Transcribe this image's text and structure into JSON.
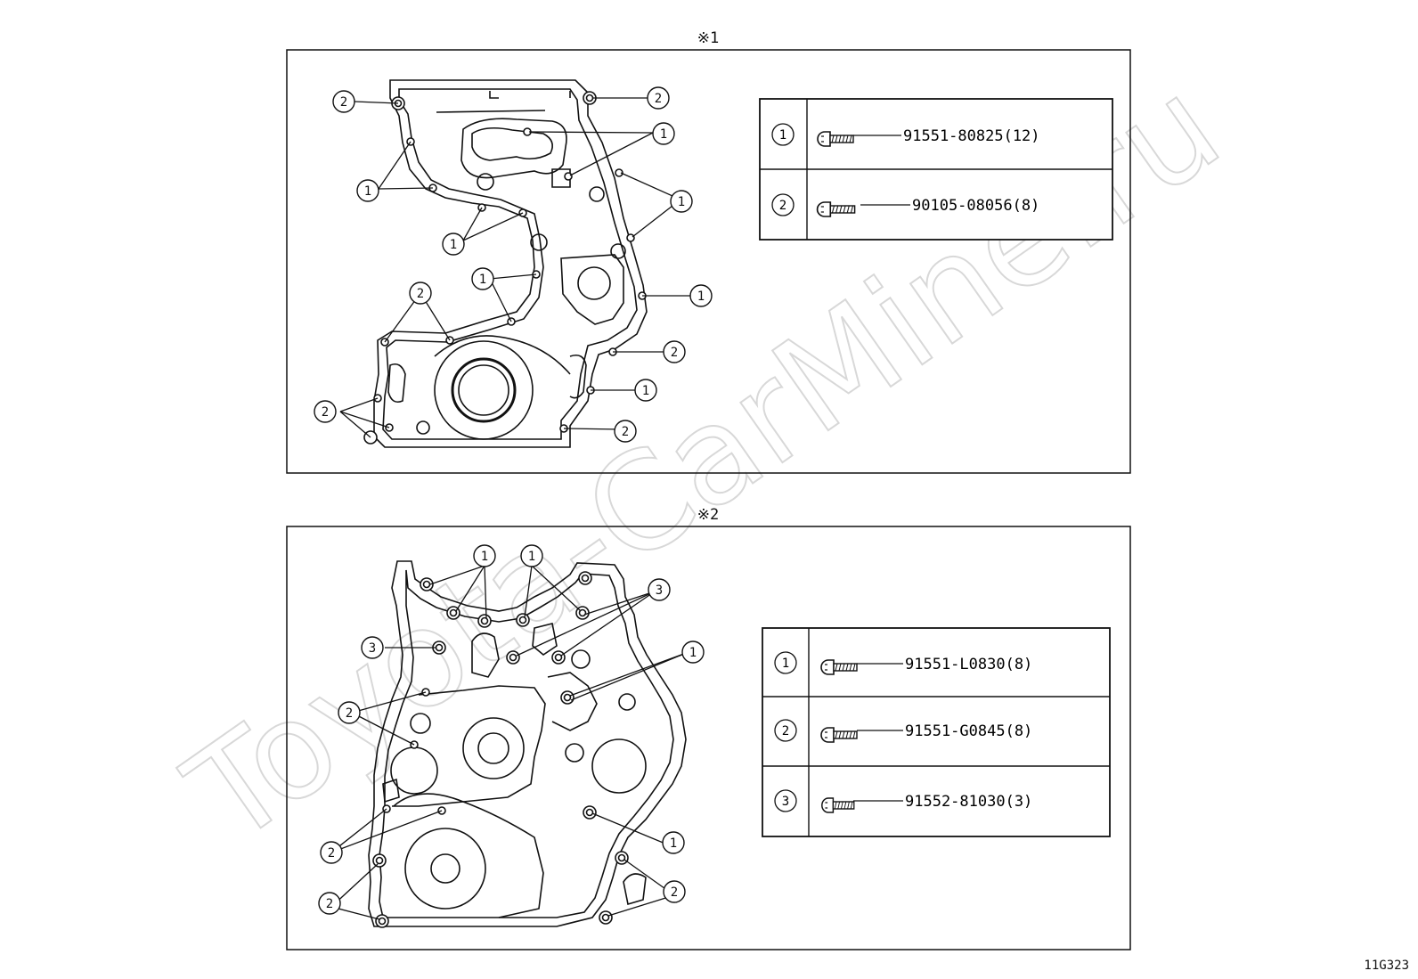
{
  "panels": [
    {
      "marker": "※1",
      "parts": [
        {
          "ref": "1",
          "number": "91551-80825(12)"
        },
        {
          "ref": "2",
          "number": "90105-08056(8)"
        }
      ]
    },
    {
      "marker": "※2",
      "parts": [
        {
          "ref": "1",
          "number": "91551-L0830(8)"
        },
        {
          "ref": "2",
          "number": "91551-G0845(8)"
        },
        {
          "ref": "3",
          "number": "91552-81030(3)"
        }
      ]
    }
  ],
  "figure_code": "11G323",
  "watermark": "Toyota-CarMine.ru"
}
